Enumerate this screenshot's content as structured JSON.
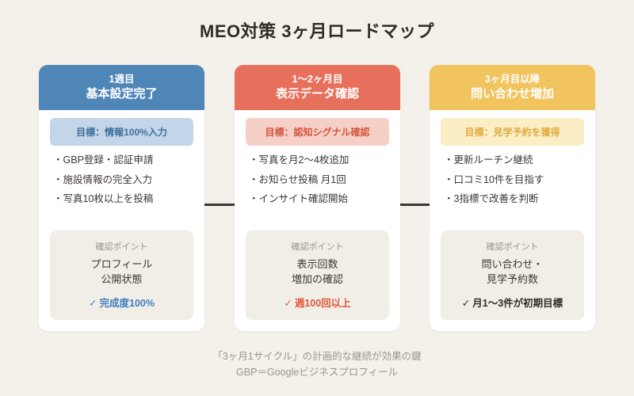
{
  "title": "MEO対策 3ヶ月ロードマップ",
  "theme": {
    "page_bg": "#f4f1ea",
    "card_bg": "#ffffff",
    "connector": "#3a3733",
    "muted_text": "#9b948a",
    "checkbox_bg": "#f1eee7"
  },
  "cards": [
    {
      "period": "1週目",
      "headline": "基本設定完了",
      "header_bg": "#4f86b8",
      "badge": {
        "label": "目標：情報100%入力",
        "bg": "#c3d5e8",
        "color": "#3f6f9c"
      },
      "bullets": [
        "GBP登録・認証申請",
        "施設情報の完全入力",
        "写真10枚以上を投稿"
      ],
      "check": {
        "label": "確認ポイント",
        "lines": [
          "プロフィール",
          "公開状態"
        ],
        "tick": "✓",
        "result": "完成度100%",
        "result_color": "#3f7fbf"
      }
    },
    {
      "period": "1〜2ヶ月目",
      "headline": "表示データ確認",
      "header_bg": "#e7705c",
      "badge": {
        "label": "目標：認知シグナル確認",
        "bg": "#f6cfc6",
        "color": "#d4573f"
      },
      "bullets": [
        "写真を月2〜4枚追加",
        "お知らせ投稿 月1回",
        "インサイト確認開始"
      ],
      "check": {
        "label": "確認ポイント",
        "lines": [
          "表示回数",
          "増加の確認"
        ],
        "tick": "✓",
        "result": "週100回以上",
        "result_color": "#e2563a"
      }
    },
    {
      "period": "3ヶ月目以降",
      "headline": "問い合わせ増加",
      "header_bg": "#f2c45e",
      "badge": {
        "label": "目標：見学予約を獲得",
        "bg": "#fbeec5",
        "color": "#e0ac43"
      },
      "bullets": [
        "更新ルーチン継続",
        "口コミ10件を目指す",
        "3指標で改善を判断"
      ],
      "check": {
        "label": "確認ポイント",
        "lines": [
          "問い合わせ・",
          "見学予約数"
        ],
        "tick": "✓",
        "result": "月1〜3件が初期目標",
        "result_color": "#2f2c28"
      }
    }
  ],
  "footer": {
    "line1": "「3ヶ月1サイクル」の計画的な継続が効果の鍵",
    "line2": "GBP＝Googleビジネスプロフィール"
  }
}
